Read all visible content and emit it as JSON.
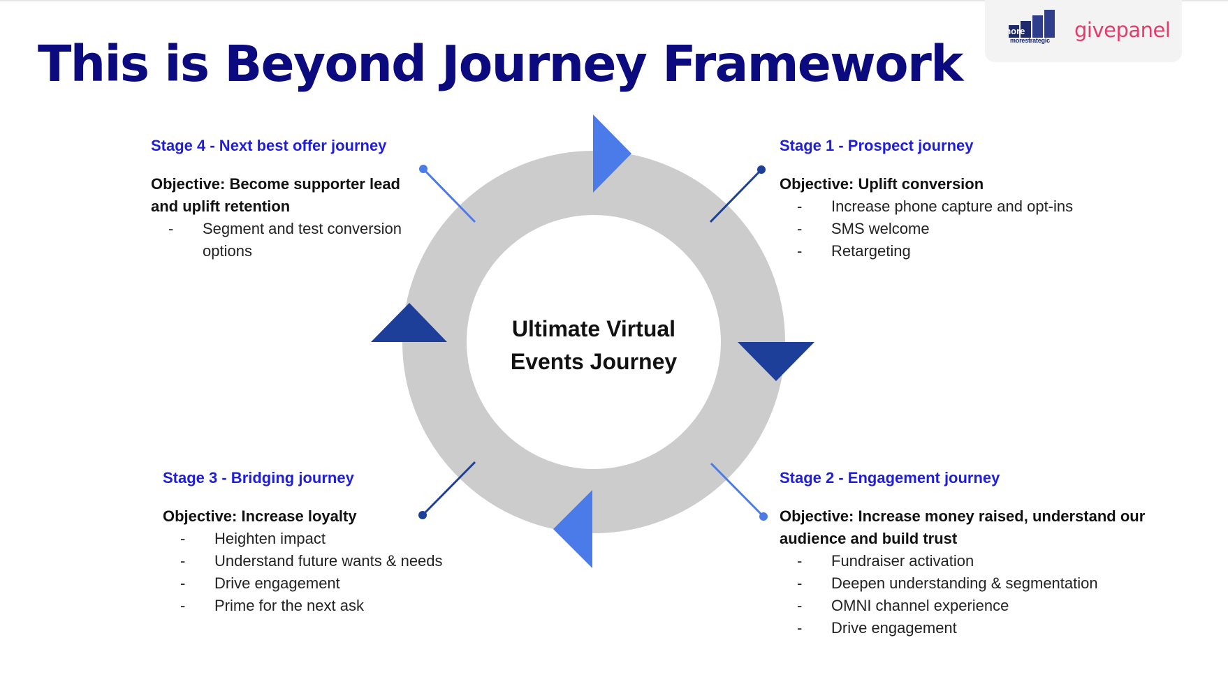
{
  "header": {
    "title": "This is Beyond Journey Framework",
    "logo_more_text": "more",
    "logo_more_subtitle": "morestrategic",
    "logo_givepanel_text": "givepanel"
  },
  "diagram": {
    "center_line1": "Ultimate Virtual",
    "center_line2": "Events Journey",
    "ring_color": "#cccccc",
    "arrow_light_color": "#4a7be8",
    "arrow_dark_color": "#1d3f99"
  },
  "stages": {
    "stage1": {
      "title": "Stage 1 - Prospect journey",
      "objective": "Objective: Uplift conversion",
      "bullets": [
        "Increase phone capture and opt-ins",
        "SMS welcome",
        "Retargeting"
      ]
    },
    "stage2": {
      "title": "Stage 2 - Engagement journey",
      "objective": "Objective: Increase money raised, understand our audience and build trust",
      "bullets": [
        "Fundraiser activation",
        "Deepen understanding & segmentation",
        "OMNI channel experience",
        "Drive engagement"
      ]
    },
    "stage3": {
      "title": "Stage 3 - Bridging journey",
      "objective": "Objective: Increase loyalty",
      "bullets": [
        "Heighten impact",
        "Understand future wants & needs",
        "Drive engagement",
        "Prime for the next ask"
      ]
    },
    "stage4": {
      "title": "Stage 4 - Next best offer journey",
      "objective": "Objective: Become supporter lead and uplift retention",
      "bullets": [
        "Segment and test conversion options"
      ]
    }
  },
  "bullet_marker": "-"
}
